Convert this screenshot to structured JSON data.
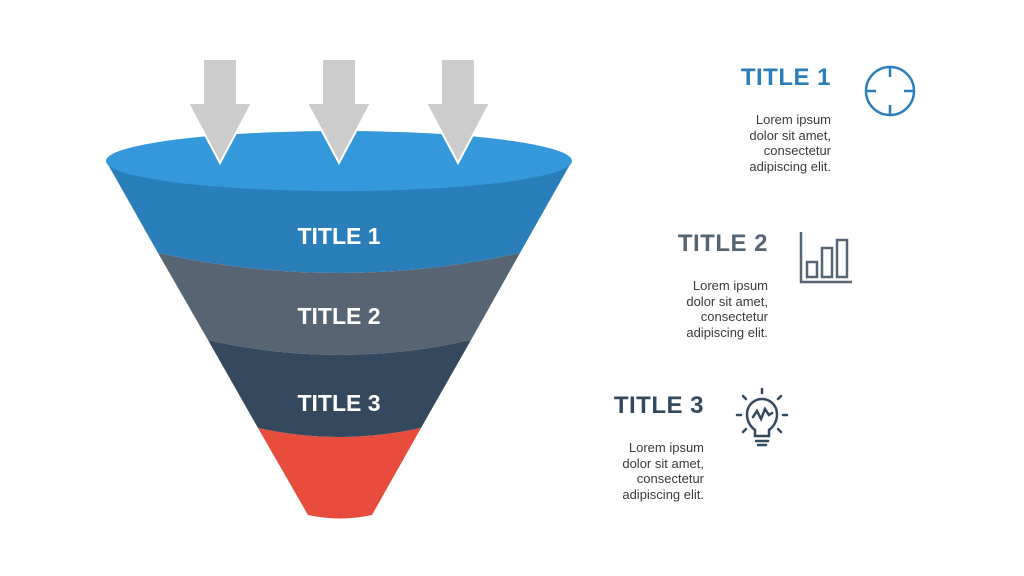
{
  "funnel": {
    "stages": [
      {
        "label": "TITLE 1",
        "color": "#2a7fba"
      },
      {
        "label": "TITLE 2",
        "color": "#566473"
      },
      {
        "label": "TITLE 3",
        "color": "#34495e"
      },
      {
        "label": "",
        "color": "#e74c3c"
      }
    ],
    "rim_color": "#3598da",
    "arrow_color": "#cccccc"
  },
  "items": [
    {
      "title": "TITLE 1",
      "body": [
        "Lorem ipsum",
        "dolor sit amet,",
        "consectetur",
        "adipiscing elit."
      ],
      "icon": "crosshair-icon",
      "color": "#2a7fba"
    },
    {
      "title": "TITLE 2",
      "body": [
        "Lorem ipsum",
        "dolor sit amet,",
        "consectetur",
        "adipiscing elit."
      ],
      "icon": "bar-chart-icon",
      "color": "#566473"
    },
    {
      "title": "TITLE 3",
      "body": [
        "Lorem ipsum",
        "dolor sit amet,",
        "consectetur",
        "adipiscing elit."
      ],
      "icon": "lightbulb-icon",
      "color": "#34495e"
    }
  ]
}
